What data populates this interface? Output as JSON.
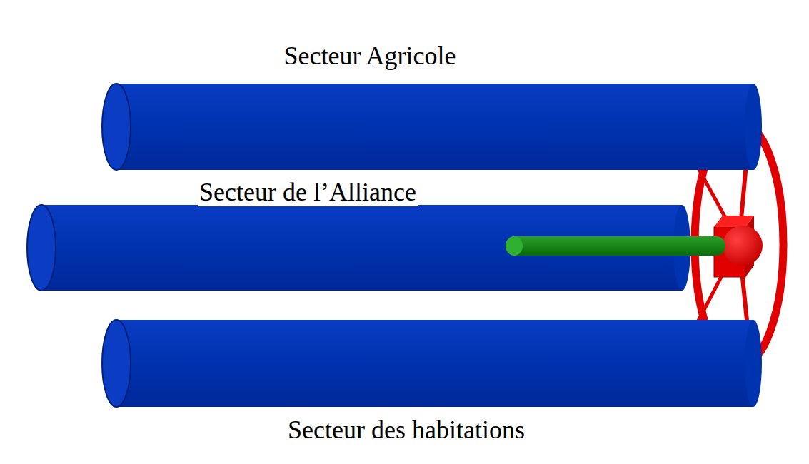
{
  "diagram": {
    "labels": [
      "Secteur Agricole",
      "Secteur de l’Alliance",
      "Secteur des habitations"
    ]
  }
}
